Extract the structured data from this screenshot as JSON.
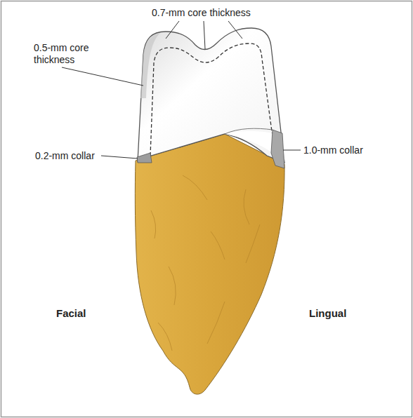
{
  "diagram": {
    "labels": [
      "0.7-mm core thickness",
      "0.5-mm core thickness",
      "0.2-mm collar",
      "1.0-mm collar",
      "Facial",
      "Lingual"
    ]
  }
}
